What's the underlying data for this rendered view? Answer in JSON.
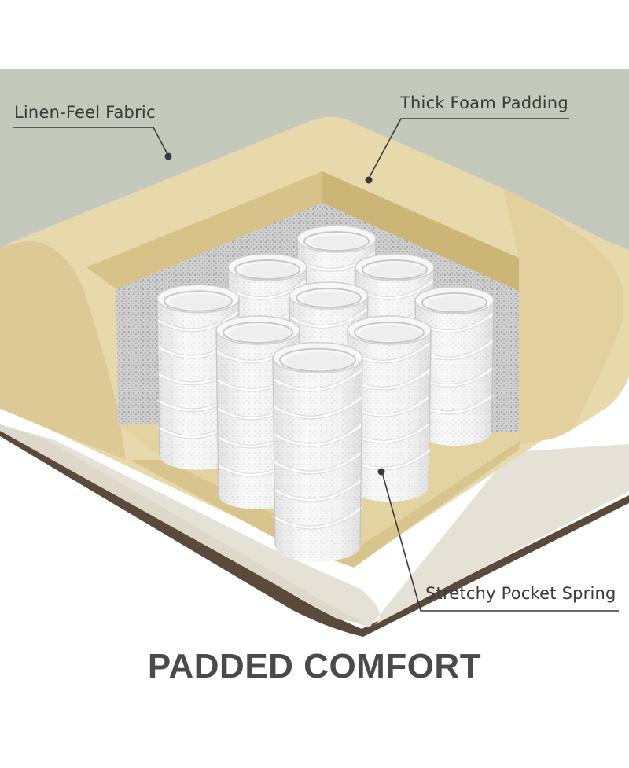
{
  "callouts": {
    "fabric": "Linen-Feel Fabric",
    "foam": "Thick Foam Padding",
    "spring": "Stretchy Pocket Spring"
  },
  "headline": "PADDED COMFORT",
  "colors": {
    "fabric": "#c4c9bb",
    "foam": "#e8d9ad",
    "foam_shadow": "#d2bf8c",
    "spring": "#f4f4f4",
    "base": "#e6e1d6",
    "base_edge": "#5a4a3c",
    "text": "#3a3a3a"
  }
}
